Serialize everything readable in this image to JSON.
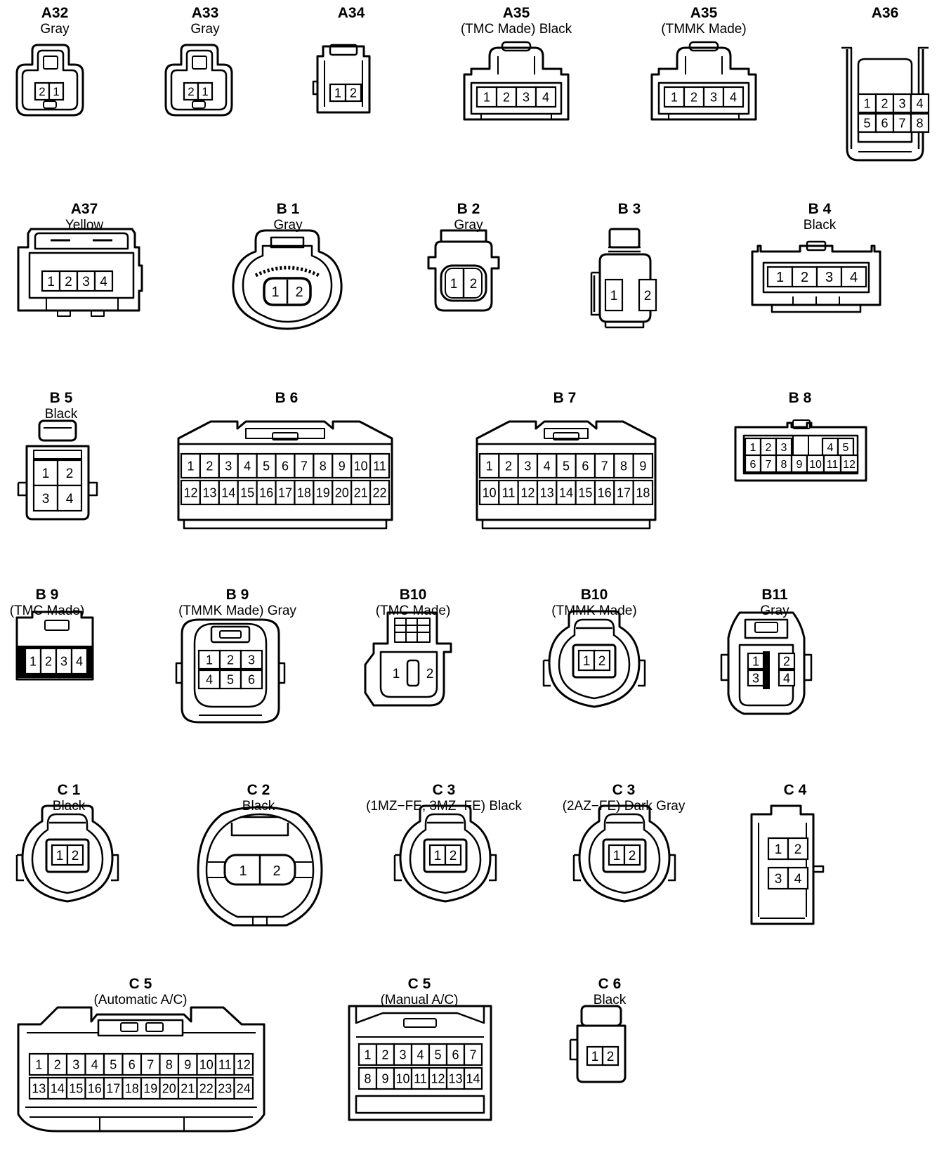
{
  "connectors": [
    {
      "id": "A32",
      "label": "Gray",
      "kind": "a32",
      "pins": [
        "2",
        "1"
      ]
    },
    {
      "id": "A33",
      "label": "Gray",
      "kind": "a32",
      "pins": [
        "2",
        "1"
      ]
    },
    {
      "id": "A34",
      "label": "",
      "kind": "a34",
      "pins": [
        "1",
        "2"
      ]
    },
    {
      "id": "A35",
      "label": "(TMC Made)  Black",
      "kind": "a35",
      "pins": [
        "1",
        "2",
        "3",
        "4"
      ]
    },
    {
      "id": "A35",
      "label": "(TMMK Made)",
      "kind": "a35",
      "pins": [
        "1",
        "2",
        "3",
        "4"
      ]
    },
    {
      "id": "A36",
      "label": "",
      "kind": "a36",
      "pins": [
        "1",
        "2",
        "3",
        "4",
        "5",
        "6",
        "7",
        "8"
      ]
    },
    {
      "id": "A37",
      "label": "Yellow",
      "kind": "a37",
      "pins": [
        "1",
        "2",
        "3",
        "4"
      ]
    },
    {
      "id": "B 1",
      "label": "Gray",
      "kind": "b1",
      "pins": [
        "1",
        "2"
      ]
    },
    {
      "id": "B 2",
      "label": "Gray",
      "kind": "b2",
      "pins": [
        "1",
        "2"
      ]
    },
    {
      "id": "B 3",
      "label": "",
      "kind": "b3",
      "pins": [
        "1",
        "2"
      ]
    },
    {
      "id": "B 4",
      "label": "Black",
      "kind": "b4",
      "pins": [
        "1",
        "2",
        "3",
        "4"
      ]
    },
    {
      "id": "B 5",
      "label": "Black",
      "kind": "b5",
      "pins": [
        "1",
        "2",
        "3",
        "4"
      ]
    },
    {
      "id": "B 6",
      "label": "",
      "kind": "wide",
      "pins": [
        "1",
        "2",
        "3",
        "4",
        "5",
        "6",
        "7",
        "8",
        "9",
        "10",
        "11",
        "12",
        "13",
        "14",
        "15",
        "16",
        "17",
        "18",
        "19",
        "20",
        "21",
        "22"
      ]
    },
    {
      "id": "B 7",
      "label": "",
      "kind": "wide",
      "pins": [
        "1",
        "2",
        "3",
        "4",
        "5",
        "6",
        "7",
        "8",
        "9",
        "10",
        "11",
        "12",
        "13",
        "14",
        "15",
        "16",
        "17",
        "18"
      ]
    },
    {
      "id": "B 8",
      "label": "",
      "kind": "b8",
      "pins": [
        "1",
        "2",
        "3",
        "4",
        "5",
        "6",
        "7",
        "8",
        "9",
        "10",
        "11",
        "12"
      ]
    },
    {
      "id": "B 9",
      "label": "(TMC Made)",
      "kind": "b9a",
      "pins": [
        "1",
        "2",
        "3",
        "4"
      ]
    },
    {
      "id": "B 9",
      "label": "(TMMK Made)  Gray",
      "kind": "b9b",
      "pins": [
        "1",
        "2",
        "3",
        "4",
        "5",
        "6"
      ]
    },
    {
      "id": "B10",
      "label": "(TMC Made)",
      "kind": "b10a",
      "pins": [
        "1",
        "2"
      ]
    },
    {
      "id": "B10",
      "label": "(TMMK Made)",
      "kind": "round2",
      "pins": [
        "1",
        "2"
      ]
    },
    {
      "id": "B11",
      "label": "Gray",
      "kind": "b11",
      "pins": [
        "1",
        "2",
        "3",
        "4"
      ]
    },
    {
      "id": "C 1",
      "label": "Black",
      "kind": "round2",
      "pins": [
        "1",
        "2"
      ]
    },
    {
      "id": "C 2",
      "label": "Black",
      "kind": "c2",
      "pins": [
        "1",
        "2"
      ]
    },
    {
      "id": "C 3",
      "label": "(1MZ−FE, 3MZ−FE)  Black",
      "kind": "round2",
      "pins": [
        "1",
        "2"
      ]
    },
    {
      "id": "C 3",
      "label": "(2AZ−FE)  Dark Gray",
      "kind": "round2",
      "pins": [
        "1",
        "2"
      ]
    },
    {
      "id": "C 4",
      "label": "",
      "kind": "c4",
      "pins": [
        "1",
        "2",
        "3",
        "4"
      ]
    },
    {
      "id": "C 5",
      "label": "(Automatic A/C)",
      "kind": "c5a",
      "pins": [
        "1",
        "2",
        "3",
        "4",
        "5",
        "6",
        "7",
        "8",
        "9",
        "10",
        "11",
        "12",
        "13",
        "14",
        "15",
        "16",
        "17",
        "18",
        "19",
        "20",
        "21",
        "22",
        "23",
        "24"
      ]
    },
    {
      "id": "C 5",
      "label": "(Manual A/C)",
      "kind": "c5m",
      "pins": [
        "1",
        "2",
        "3",
        "4",
        "5",
        "6",
        "7",
        "8",
        "9",
        "10",
        "11",
        "12",
        "13",
        "14"
      ]
    },
    {
      "id": "C 6",
      "label": "Black",
      "kind": "c6",
      "pins": [
        "1",
        "2"
      ]
    }
  ]
}
